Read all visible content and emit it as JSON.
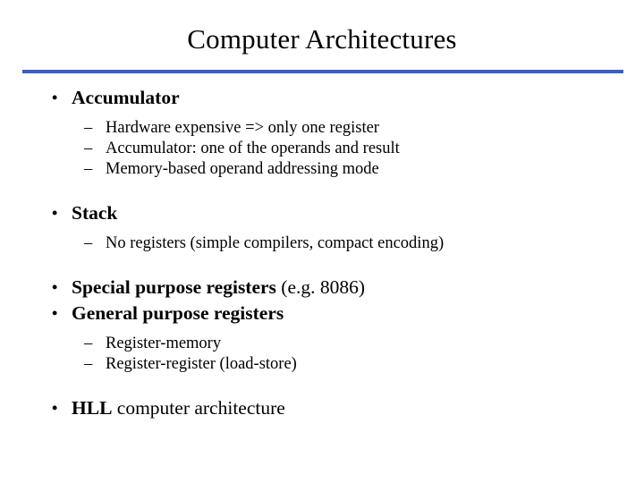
{
  "slide": {
    "title": "Computer Architectures",
    "accent_color": "#3b5fc0",
    "bullet_glyph": "•",
    "dash_glyph": "–",
    "items": [
      {
        "level": 1,
        "text": "Accumulator",
        "tail": ""
      },
      {
        "level": 2,
        "text": "Hardware expensive => only one register"
      },
      {
        "level": 2,
        "text": "Accumulator: one of the operands and result"
      },
      {
        "level": 2,
        "text": "Memory-based operand addressing mode"
      },
      {
        "level": 1,
        "text": "Stack",
        "tail": ""
      },
      {
        "level": 2,
        "text": "No registers (simple compilers, compact encoding)"
      },
      {
        "level": 1,
        "text": "Special purpose registers",
        "tail": " (e.g. 8086)"
      },
      {
        "level": 1,
        "text": "General purpose registers",
        "tail": ""
      },
      {
        "level": 2,
        "text": "Register-memory"
      },
      {
        "level": 2,
        "text": "Register-register (load-store)"
      },
      {
        "level": 1,
        "text": "HLL",
        "tail": " computer architecture"
      }
    ]
  }
}
